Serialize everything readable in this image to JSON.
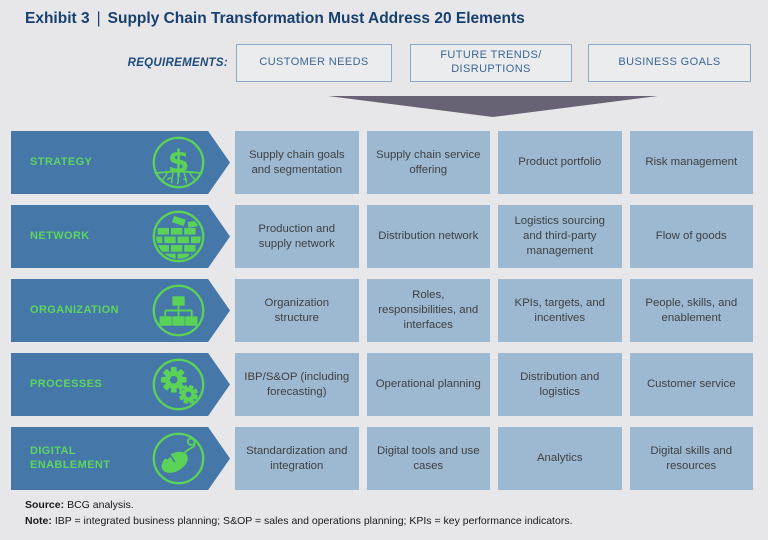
{
  "title": {
    "exhibit": "Exhibit 3",
    "divider": "|",
    "text": "Supply Chain Transformation Must Address 20 Elements"
  },
  "requirements": {
    "label": "REQUIREMENTS:",
    "boxes": [
      "CUSTOMER NEEDS",
      "FUTURE TRENDS/ DISRUPTIONS",
      "BUSINESS GOALS"
    ]
  },
  "funnel": {
    "shape": "downward-triangle",
    "color": "#696274"
  },
  "matrix": {
    "rows": [
      {
        "label": "STRATEGY",
        "icon": "money-plant-icon",
        "cells": [
          "Supply chain goals and segmentation",
          "Supply chain service offering",
          "Product portfolio",
          "Risk management"
        ]
      },
      {
        "label": "NETWORK",
        "icon": "brick-wall-icon",
        "cells": [
          "Production and supply network",
          "Distribution network",
          "Logistics sourcing and third-party management",
          "Flow of goods"
        ]
      },
      {
        "label": "ORGANIZATION",
        "icon": "org-chart-icon",
        "cells": [
          "Organization structure",
          "Roles, responsibilities, and interfaces",
          "KPIs, targets, and incentives",
          "People, skills, and enablement"
        ]
      },
      {
        "label": "PROCESSES",
        "icon": "gears-icon",
        "cells": [
          "IBP/S&OP (including forecasting)",
          "Operational planning",
          "Distribution and logistics",
          "Customer service"
        ]
      },
      {
        "label": "DIGITAL ENABLEMENT",
        "icon": "computer-mouse-icon",
        "cells": [
          "Standardization and integration",
          "Digital tools and use cases",
          "Analytics",
          "Digital skills and resources"
        ]
      }
    ]
  },
  "footer": {
    "source_label": "Source:",
    "source_text": "BCG analysis.",
    "note_label": "Note:",
    "note_text": "IBP = integrated business planning; S&OP = sales and operations planning; KPIs = key performance indicators."
  },
  "colors": {
    "background": "#e7e7e9",
    "title_navy": "#17406f",
    "arrow_blue": "#4577a9",
    "accent_green": "#5dd55f",
    "cell_blue": "#9db9d2",
    "cell_text": "#3f4042",
    "requirement_border": "#8ba8c7",
    "requirement_text": "#3b6594",
    "funnel_gray": "#696274"
  }
}
